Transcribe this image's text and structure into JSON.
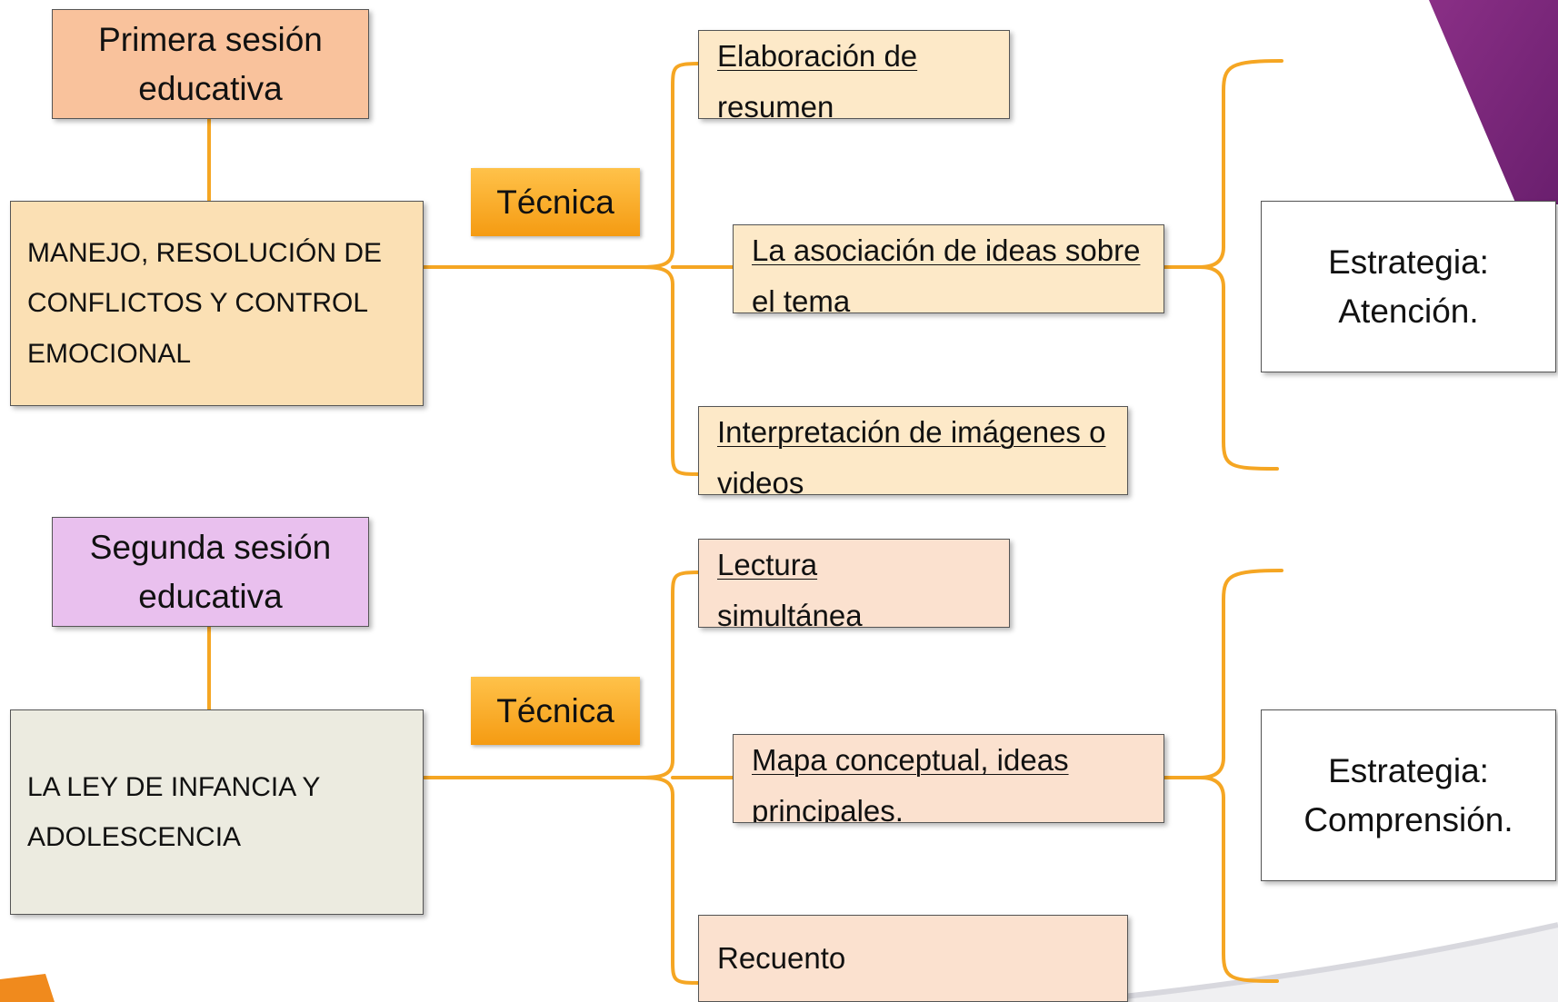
{
  "colors": {
    "connector": "#f5a623",
    "session1_bg": "#f9c29c",
    "session2_bg": "#e9c0ee",
    "topic1_bg": "#fbe0b4",
    "topic2_bg": "#ecebe0",
    "tecnica_bg": "#f9a825",
    "corner_purple": "#7b2577",
    "corner_orange": "#f08a1d"
  },
  "session1": {
    "title": "Primera sesión educativa",
    "topic": "MANEJO, RESOLUCIÓN DE CONFLICTOS Y CONTROL EMOCIONAL",
    "tecnica_label": "Técnica",
    "techniques": [
      "Elaboración de resumen",
      "La asociación de ideas sobre el tema",
      "Interpretación de imágenes o videos"
    ],
    "strategy": "Estrategia: Atención."
  },
  "session2": {
    "title": "Segunda sesión educativa",
    "topic": "LA LEY DE INFANCIA Y ADOLESCENCIA",
    "tecnica_label": "Técnica",
    "techniques": [
      "Lectura simultánea",
      "Mapa conceptual, ideas principales.",
      "Recuento"
    ],
    "strategy": "Estrategia: Comprensión."
  }
}
